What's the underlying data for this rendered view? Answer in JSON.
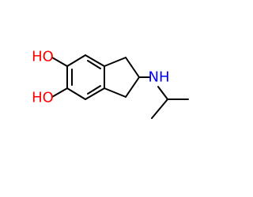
{
  "molecule": {
    "labels": {
      "hydroxyl_top": "HO",
      "hydroxyl_bottom": "HO",
      "amine": "NH"
    },
    "colors": {
      "carbon_bond": "#000000",
      "oxygen_label": "#ff0000",
      "nitrogen_label": "#0000ff"
    }
  }
}
